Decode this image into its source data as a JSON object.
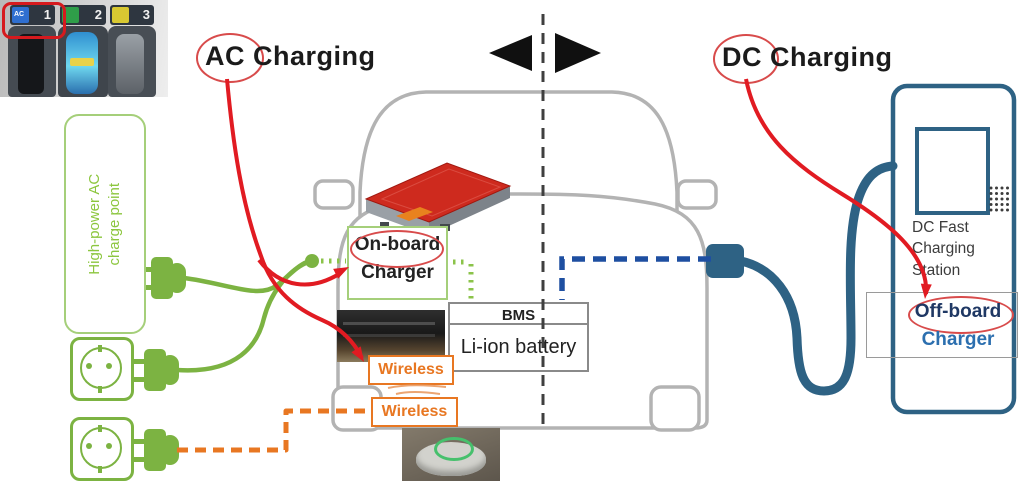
{
  "title_ac": {
    "circled": "AC",
    "rest": "Charging"
  },
  "title_dc": {
    "circled": "DC",
    "rest": "Charging"
  },
  "photo": {
    "plug1_tag": "AC",
    "plug1_num": "1",
    "plug2_num": "2",
    "plug3_num": "3"
  },
  "left_panel": {
    "charge_point_line1": "High-power AC",
    "charge_point_line2": "charge point"
  },
  "car": {
    "onboard_line1": "On-board",
    "onboard_line2": "Charger",
    "bms": "BMS",
    "battery": "Li-ion battery",
    "wireless_top": "Wireless",
    "wireless_bottom": "Wireless"
  },
  "station": {
    "line1": "DC Fast",
    "line2": "Charging",
    "line3": "Station",
    "offboard_line1": "Off-board",
    "offboard_line2": "Charger"
  },
  "colors": {
    "ac_green": "#7CB342",
    "ac_green_light": "#A5CF7A",
    "wireless_orange": "#E87722",
    "highlight_red": "#D92121",
    "dc_cable_blue": "#2E6284",
    "dc_dash_blue": "#1E4FA1",
    "offboard_navy": "#1F3864",
    "offboard_blue": "#2C6FAF",
    "car_outline_gray": "#B3B3B3"
  }
}
